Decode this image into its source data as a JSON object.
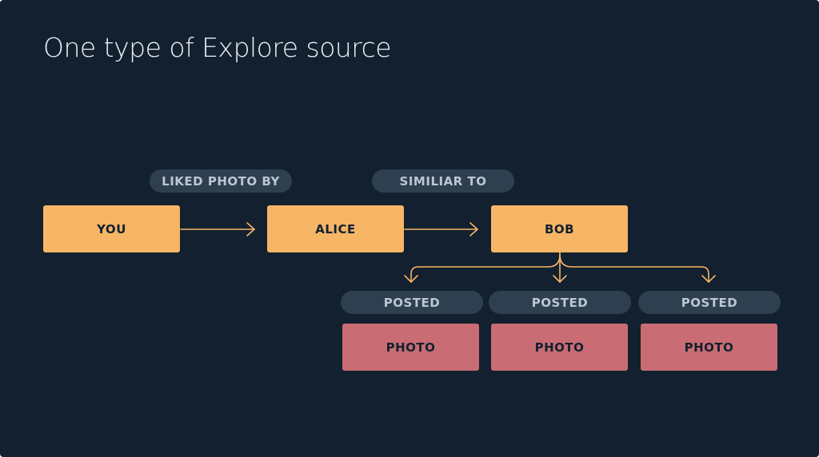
{
  "title": "One type of Explore source",
  "edge_labels": {
    "liked": "LIKED PHOTO BY",
    "similar": "SIMILIAR TO",
    "posted": [
      "POSTED",
      "POSTED",
      "POSTED"
    ]
  },
  "nodes": {
    "you": "YOU",
    "alice": "ALICE",
    "bob": "BOB",
    "photos": [
      "PHOTO",
      "PHOTO",
      "PHOTO"
    ]
  },
  "colors": {
    "background": "#12202f",
    "person_node": "#f7b566",
    "photo_node": "#c96c73",
    "edge_label_bg": "#2e3f50",
    "edge_label_text": "#bcc7d2",
    "arrow": "#f7b566"
  }
}
